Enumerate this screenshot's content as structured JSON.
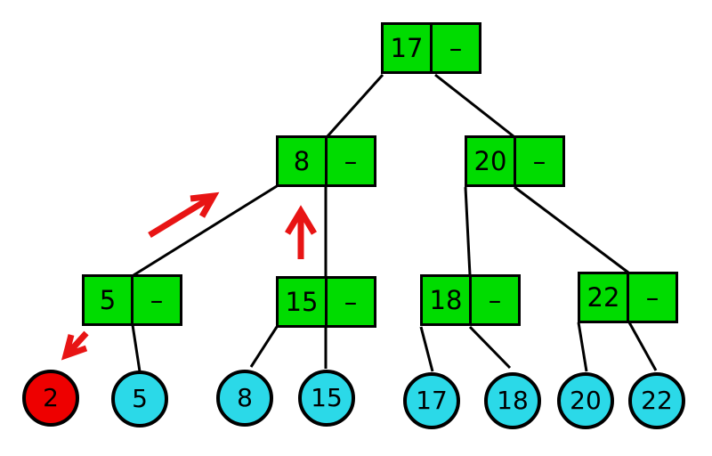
{
  "diagram": {
    "kind": "b-tree-insertion",
    "colors": {
      "internal_node_fill": "#00DC00",
      "leaf_fill": "#2BD9E8",
      "highlight_leaf_fill": "#EE0000",
      "arrow": "#E81414",
      "edge": "#000000",
      "background": "#FFFFFF"
    },
    "internal_nodes": [
      {
        "key": "17",
        "pointer": "–"
      },
      {
        "key": "8",
        "pointer": "–"
      },
      {
        "key": "20",
        "pointer": "–"
      },
      {
        "key": "5",
        "pointer": "–"
      },
      {
        "key": "15",
        "pointer": "–"
      },
      {
        "key": "18",
        "pointer": "–"
      },
      {
        "key": "22",
        "pointer": "–"
      }
    ],
    "leaves": [
      {
        "value": "2",
        "state": "highlighted"
      },
      {
        "value": "5",
        "state": "normal"
      },
      {
        "value": "8",
        "state": "normal"
      },
      {
        "value": "15",
        "state": "normal"
      },
      {
        "value": "17",
        "state": "normal"
      },
      {
        "value": "18",
        "state": "normal"
      },
      {
        "value": "20",
        "state": "normal"
      },
      {
        "value": "22",
        "state": "normal"
      }
    ],
    "arrows": [
      {
        "name": "arrow-up-right-icon",
        "meaning": "path toward node 8",
        "color": "#E81414"
      },
      {
        "name": "arrow-up-icon",
        "meaning": "path from node 15 toward node 8",
        "color": "#E81414"
      },
      {
        "name": "arrow-down-left-icon",
        "meaning": "points at inserted leaf 2",
        "color": "#E81414"
      }
    ]
  }
}
